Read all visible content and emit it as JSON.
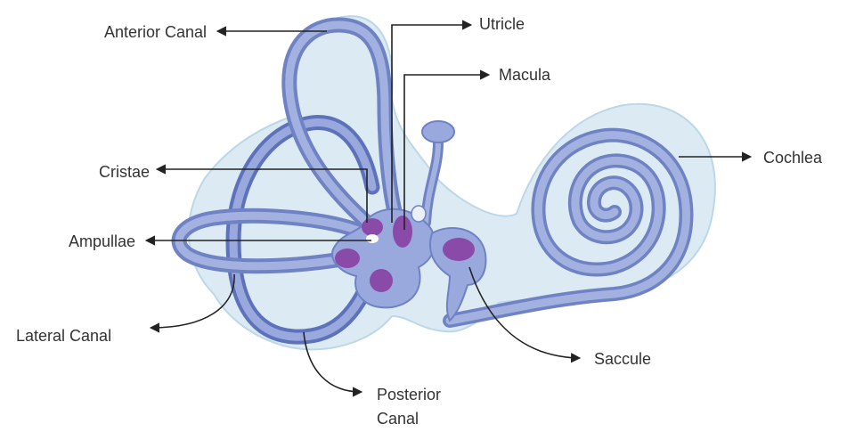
{
  "labels": {
    "anterior_canal": "Anterior Canal",
    "utricle": "Utricle",
    "macula": "Macula",
    "cristae": "Cristae",
    "cochlea": "Cochlea",
    "ampullae": "Ampullae",
    "lateral_canal": "Lateral Canal",
    "saccule": "Saccule",
    "posterior_canal_line1": "Posterior",
    "posterior_canal_line2": "Canal"
  },
  "colors": {
    "membrane_fill": "#d9eaf3",
    "membrane_stroke": "#b9d6e6",
    "canal_fill": "#98a7da",
    "canal_stroke": "#6f82c4",
    "canal_dark": "#5e72bb",
    "vestibule_fill": "#9aa9dd",
    "sensory_purple": "#8a4aa8",
    "arrow": "#222222",
    "text": "#333333"
  }
}
